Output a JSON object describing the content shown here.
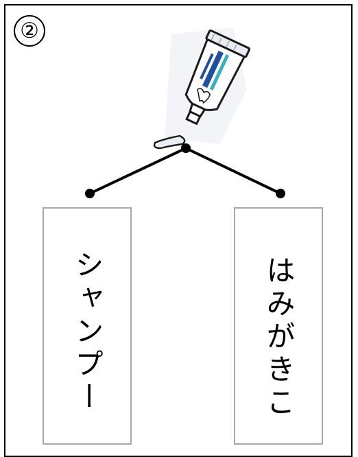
{
  "question": {
    "number": "②"
  },
  "picture": {
    "icon": "toothpaste-tube-icon"
  },
  "choices": [
    {
      "text": "シャンプー"
    },
    {
      "text": "はみがきこ"
    }
  ]
}
